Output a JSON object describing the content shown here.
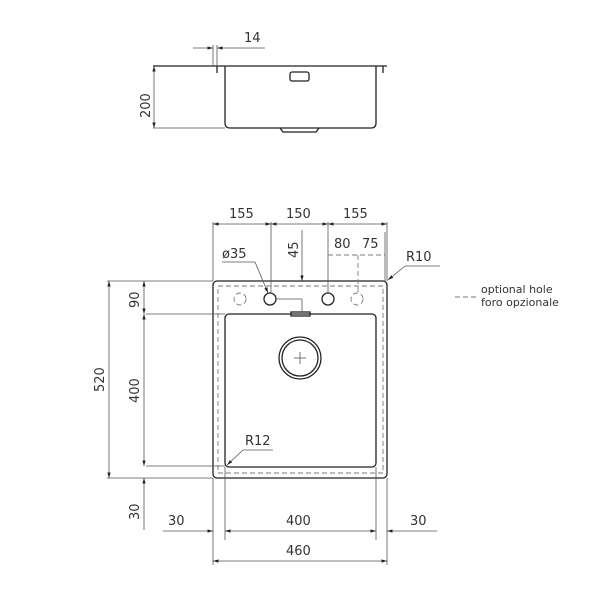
{
  "side_view": {
    "dim_flange_thickness": "14",
    "dim_depth": "200"
  },
  "plan_view": {
    "dim_top_left": "155",
    "dim_top_middle": "150",
    "dim_top_right": "155",
    "dim_hole_diameter": "ø35",
    "dim_hole_offset": "45",
    "dim_optional_80": "80",
    "dim_optional_75": "75",
    "dim_outer_radius": "R10",
    "dim_inner_radius": "R12",
    "dim_left_total": "520",
    "dim_left_top": "90",
    "dim_left_bowl": "400",
    "dim_left_bottom": "30",
    "dim_bottom_left": "30",
    "dim_bottom_bowl": "400",
    "dim_bottom_right": "30",
    "dim_bottom_total": "460"
  },
  "legend": {
    "line1": "optional hole",
    "line2": "foro opzionale"
  },
  "colors": {
    "line": "#222222",
    "dimension": "#555555",
    "dashed": "#777777",
    "background": "#ffffff"
  }
}
